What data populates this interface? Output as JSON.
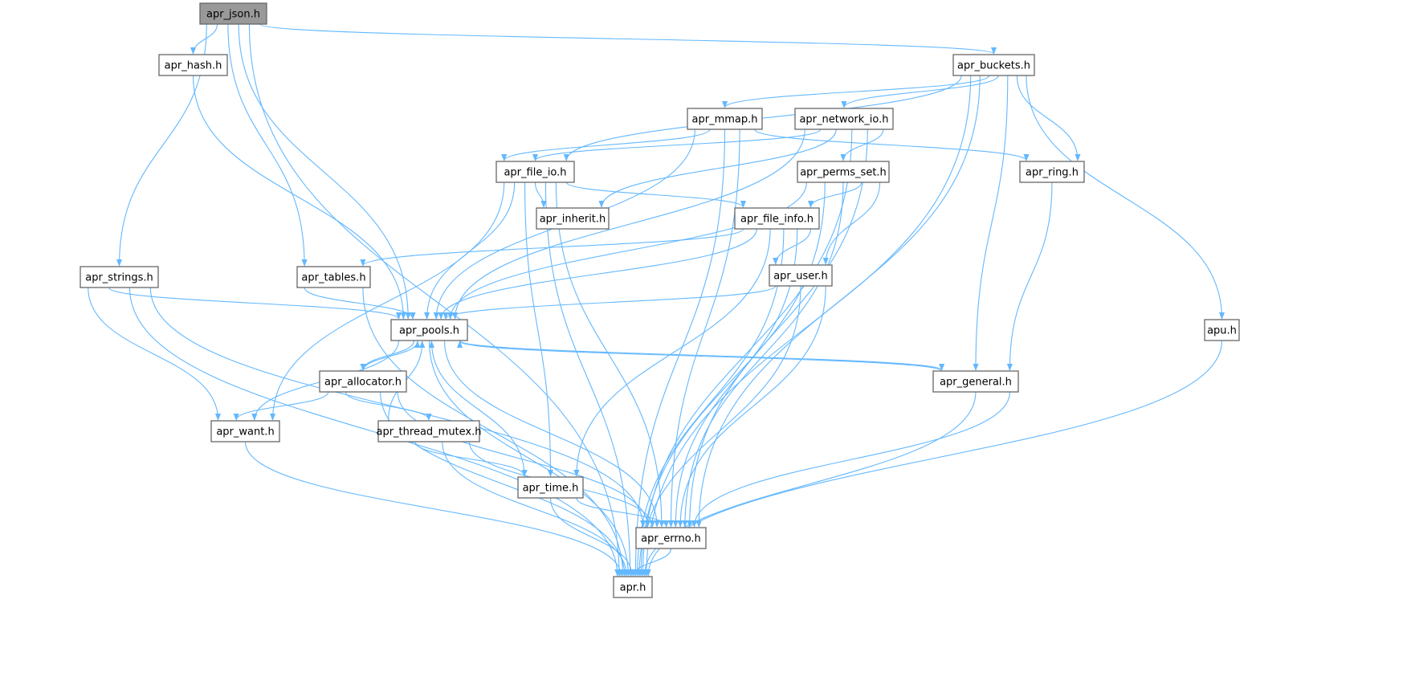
{
  "graph": {
    "root": "apr_json.h",
    "nodes": [
      "apr_json.h",
      "apr_hash.h",
      "apr_buckets.h",
      "apr_mmap.h",
      "apr_network_io.h",
      "apr_file_io.h",
      "apr_perms_set.h",
      "apr_ring.h",
      "apr_inherit.h",
      "apr_file_info.h",
      "apr_strings.h",
      "apr_tables.h",
      "apr_user.h",
      "apr_pools.h",
      "apu.h",
      "apr_allocator.h",
      "apr_general.h",
      "apr_want.h",
      "apr_thread_mutex.h",
      "apr_time.h",
      "apr_errno.h",
      "apr.h"
    ],
    "edges": [
      [
        "apr_json.h",
        "apr_hash.h"
      ],
      [
        "apr_json.h",
        "apr_buckets.h"
      ],
      [
        "apr_json.h",
        "apr_strings.h"
      ],
      [
        "apr_json.h",
        "apr_tables.h"
      ],
      [
        "apr_json.h",
        "apr_pools.h"
      ],
      [
        "apr_json.h",
        "apr.h"
      ],
      [
        "apr_hash.h",
        "apr_pools.h"
      ],
      [
        "apr_buckets.h",
        "apr_mmap.h"
      ],
      [
        "apr_buckets.h",
        "apr_network_io.h"
      ],
      [
        "apr_buckets.h",
        "apr_file_io.h"
      ],
      [
        "apr_buckets.h",
        "apr_ring.h"
      ],
      [
        "apr_buckets.h",
        "apr_general.h"
      ],
      [
        "apr_buckets.h",
        "apr_errno.h"
      ],
      [
        "apr_buckets.h",
        "apr.h"
      ],
      [
        "apr_buckets.h",
        "apu.h"
      ],
      [
        "apr_mmap.h",
        "apr_file_io.h"
      ],
      [
        "apr_mmap.h",
        "apr_pools.h"
      ],
      [
        "apr_mmap.h",
        "apr_errno.h"
      ],
      [
        "apr_mmap.h",
        "apr.h"
      ],
      [
        "apr_mmap.h",
        "apr_ring.h"
      ],
      [
        "apr_network_io.h",
        "apr_file_io.h"
      ],
      [
        "apr_network_io.h",
        "apr_perms_set.h"
      ],
      [
        "apr_network_io.h",
        "apr_inherit.h"
      ],
      [
        "apr_network_io.h",
        "apr_pools.h"
      ],
      [
        "apr_network_io.h",
        "apr_errno.h"
      ],
      [
        "apr_network_io.h",
        "apr.h"
      ],
      [
        "apr_file_io.h",
        "apr_inherit.h"
      ],
      [
        "apr_file_io.h",
        "apr_file_info.h"
      ],
      [
        "apr_file_io.h",
        "apr_pools.h"
      ],
      [
        "apr_file_io.h",
        "apr_time.h"
      ],
      [
        "apr_file_io.h",
        "apr_errno.h"
      ],
      [
        "apr_file_io.h",
        "apr.h"
      ],
      [
        "apr_file_io.h",
        "apr_want.h"
      ],
      [
        "apr_perms_set.h",
        "apr_file_info.h"
      ],
      [
        "apr_perms_set.h",
        "apr_user.h"
      ],
      [
        "apr_perms_set.h",
        "apr_pools.h"
      ],
      [
        "apr_perms_set.h",
        "apr_errno.h"
      ],
      [
        "apr_perms_set.h",
        "apr.h"
      ],
      [
        "apr_ring.h",
        "apr_general.h"
      ],
      [
        "apr_file_info.h",
        "apr_tables.h"
      ],
      [
        "apr_file_info.h",
        "apr_pools.h"
      ],
      [
        "apr_file_info.h",
        "apr_user.h"
      ],
      [
        "apr_file_info.h",
        "apr_time.h"
      ],
      [
        "apr_file_info.h",
        "apr_errno.h"
      ],
      [
        "apr_file_info.h",
        "apr.h"
      ],
      [
        "apr_strings.h",
        "apr_pools.h"
      ],
      [
        "apr_strings.h",
        "apr_want.h"
      ],
      [
        "apr_strings.h",
        "apr_errno.h"
      ],
      [
        "apr_strings.h",
        "apr.h"
      ],
      [
        "apr_tables.h",
        "apr_pools.h"
      ],
      [
        "apr_tables.h",
        "apr.h"
      ],
      [
        "apr_user.h",
        "apr_pools.h"
      ],
      [
        "apr_user.h",
        "apr_errno.h"
      ],
      [
        "apr_user.h",
        "apr.h"
      ],
      [
        "apr_pools.h",
        "apr_allocator.h"
      ],
      [
        "apr_pools.h",
        "apr_want.h"
      ],
      [
        "apr_pools.h",
        "apr_errno.h"
      ],
      [
        "apr_pools.h",
        "apr.h"
      ],
      [
        "apr_pools.h",
        "apr_general.h"
      ],
      [
        "apr_allocator.h",
        "apr_pools.h"
      ],
      [
        "apr_allocator.h",
        "apr_want.h"
      ],
      [
        "apr_allocator.h",
        "apr_thread_mutex.h"
      ],
      [
        "apr_allocator.h",
        "apr_errno.h"
      ],
      [
        "apr_allocator.h",
        "apr.h"
      ],
      [
        "apr_general.h",
        "apr_pools.h"
      ],
      [
        "apr_general.h",
        "apr_errno.h"
      ],
      [
        "apr_general.h",
        "apr.h"
      ],
      [
        "apr_thread_mutex.h",
        "apr_pools.h"
      ],
      [
        "apr_thread_mutex.h",
        "apr_time.h"
      ],
      [
        "apr_thread_mutex.h",
        "apr_errno.h"
      ],
      [
        "apr_thread_mutex.h",
        "apr.h"
      ],
      [
        "apr_time.h",
        "apr_pools.h"
      ],
      [
        "apr_time.h",
        "apr_errno.h"
      ],
      [
        "apr_time.h",
        "apr.h"
      ],
      [
        "apr_want.h",
        "apr.h"
      ],
      [
        "apr_errno.h",
        "apr.h"
      ],
      [
        "apu.h",
        "apr.h"
      ]
    ]
  },
  "colors": {
    "edge": "#63b8ff",
    "root_fill": "#999999",
    "node_border": "#666666"
  }
}
